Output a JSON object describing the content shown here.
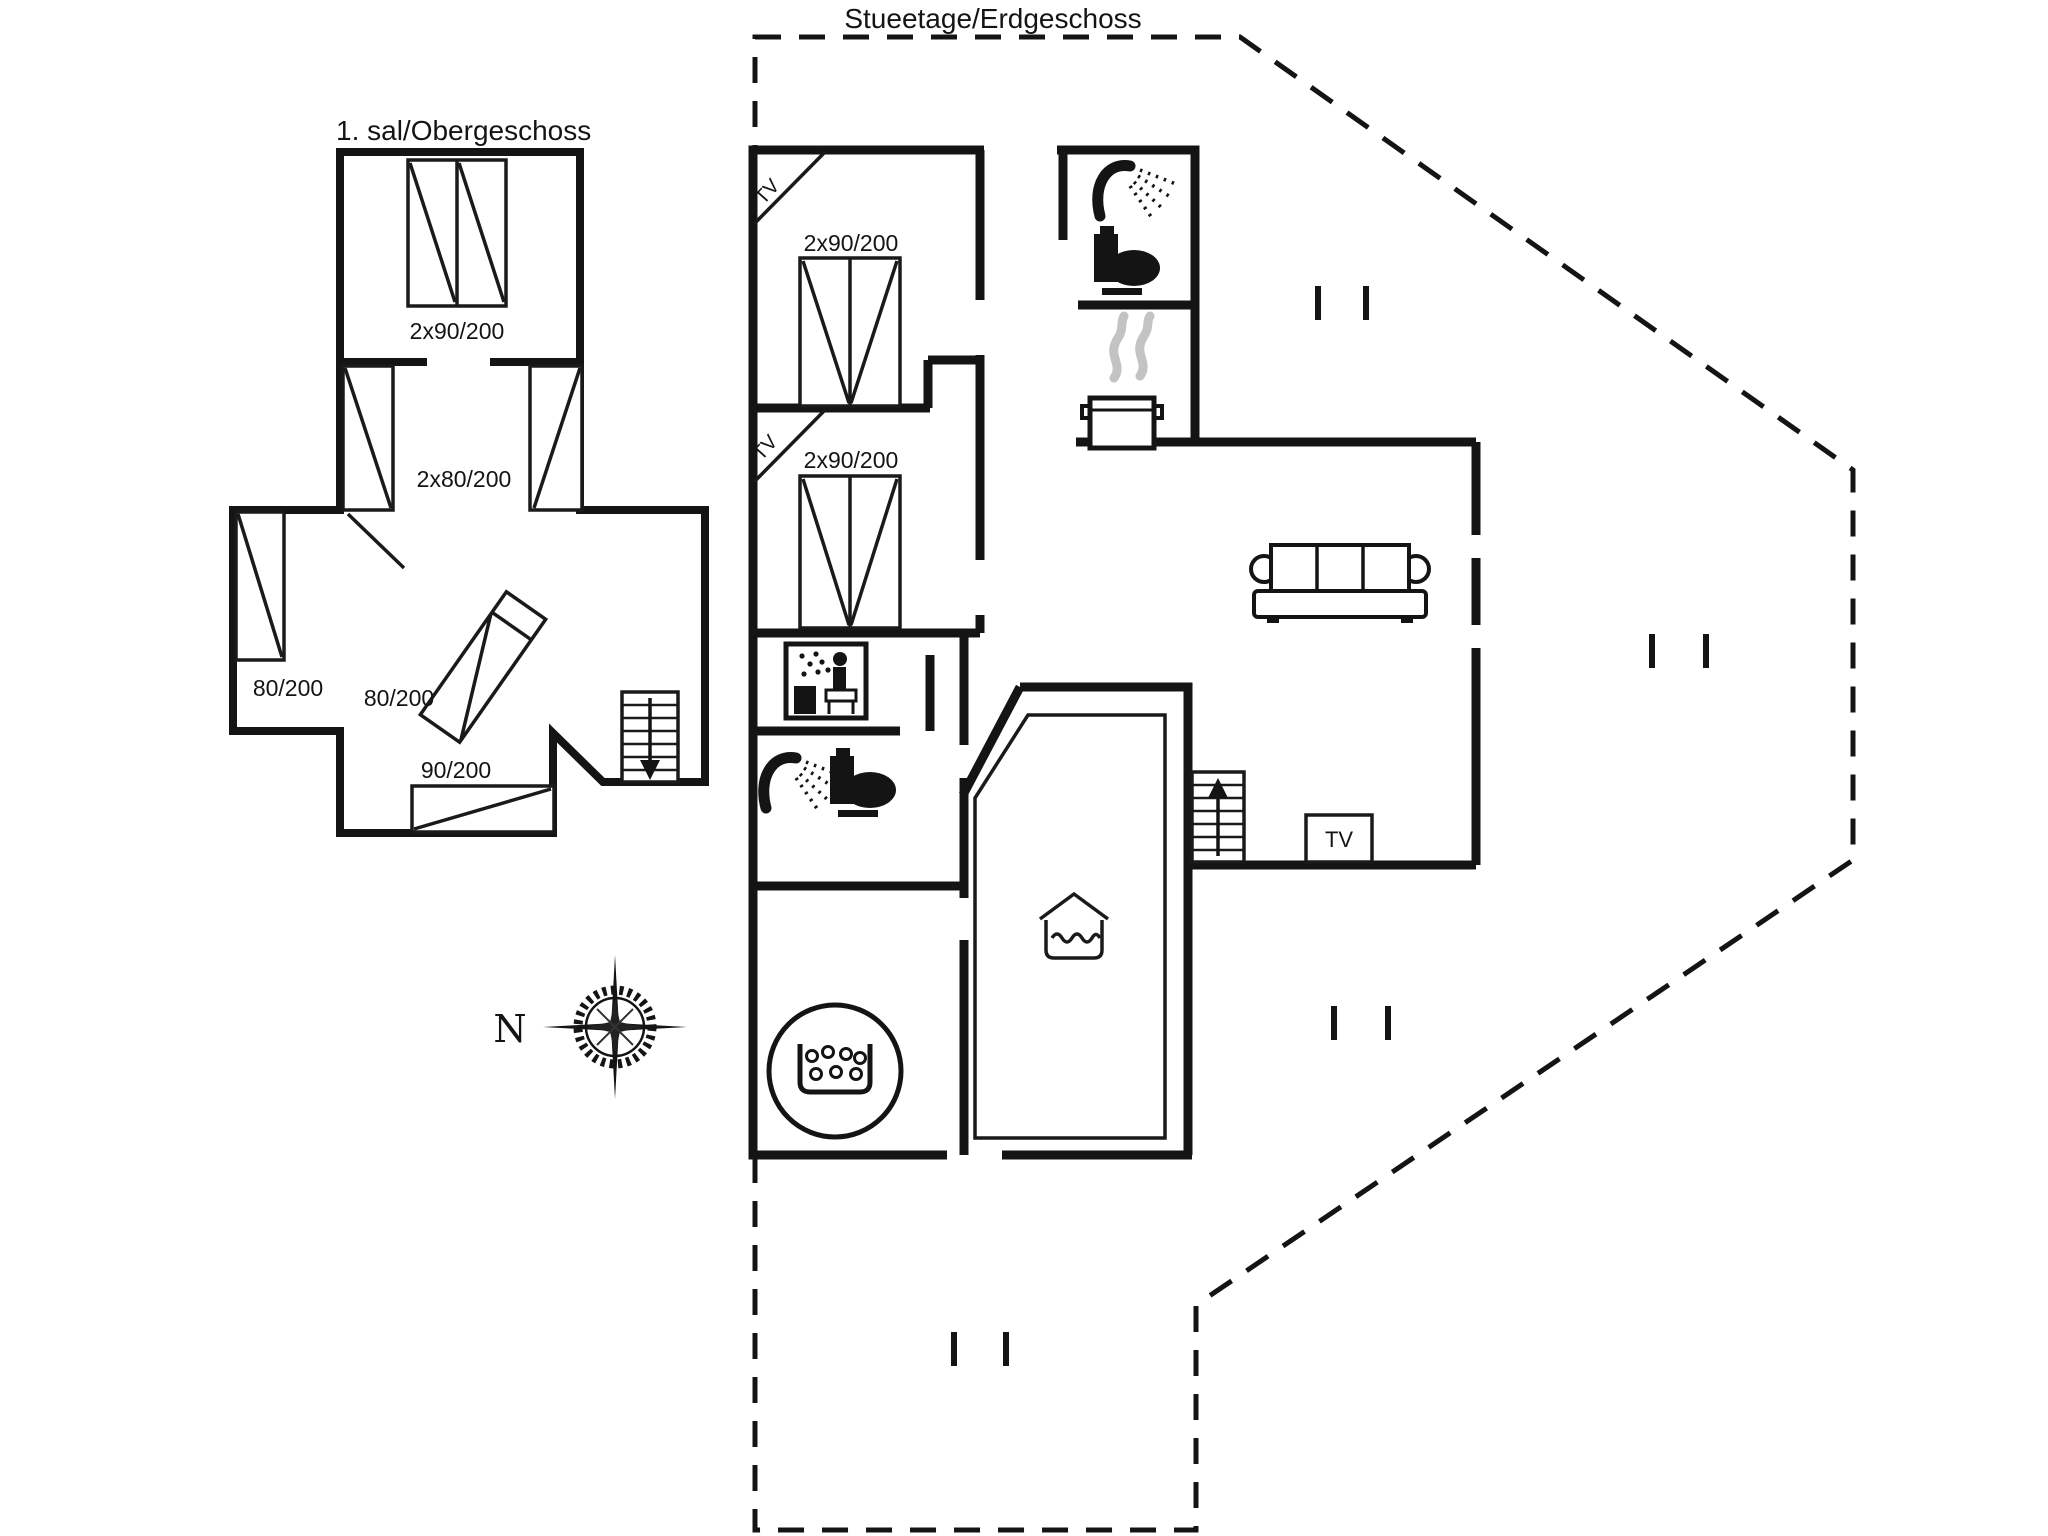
{
  "colors": {
    "wall": "#141414",
    "steam": "#c3c3c3",
    "background": "#ffffff"
  },
  "upper_floor": {
    "title": "1. sal/Obergeschoss",
    "labels": {
      "bed_top": "2x90/200",
      "bed_corridor": "2x80/200",
      "bed_left": "80/200",
      "bed_middle": "80/200",
      "bed_bottom": "90/200"
    }
  },
  "ground_floor": {
    "title": "Stueetage/Erdgeschoss",
    "labels": {
      "bedroom1_tv": "TV",
      "bedroom1_bed": "2x90/200",
      "bedroom2_tv": "TV",
      "bedroom2_bed": "2x90/200",
      "tv_cabinet": "TV"
    }
  },
  "compass": {
    "north": "N"
  }
}
